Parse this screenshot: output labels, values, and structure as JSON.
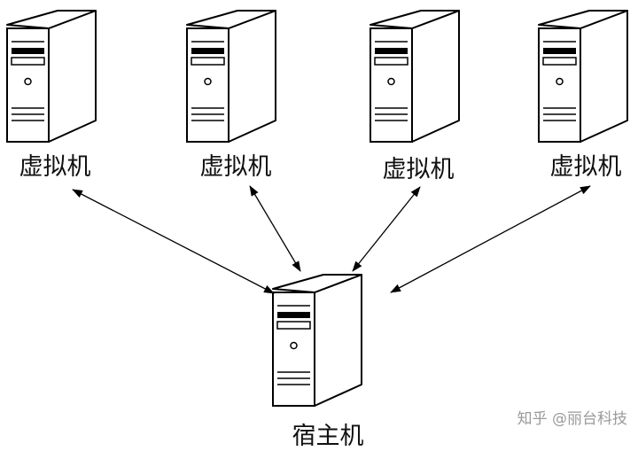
{
  "diagram": {
    "nodes": [
      {
        "id": "vm1",
        "label": "虚拟机"
      },
      {
        "id": "vm2",
        "label": "虚拟机"
      },
      {
        "id": "vm3",
        "label": "虚拟机"
      },
      {
        "id": "vm4",
        "label": "虚拟机"
      },
      {
        "id": "host",
        "label": "宿主机"
      }
    ],
    "edges": [
      {
        "from": "host",
        "to": "vm1",
        "bidirectional": true
      },
      {
        "from": "host",
        "to": "vm2",
        "bidirectional": true
      },
      {
        "from": "host",
        "to": "vm3",
        "bidirectional": true
      },
      {
        "from": "host",
        "to": "vm4",
        "bidirectional": true
      }
    ]
  },
  "watermark": "知乎 @丽台科技",
  "colors": {
    "stroke": "#000000",
    "background": "#ffffff",
    "watermark": "#9a9a9a"
  }
}
